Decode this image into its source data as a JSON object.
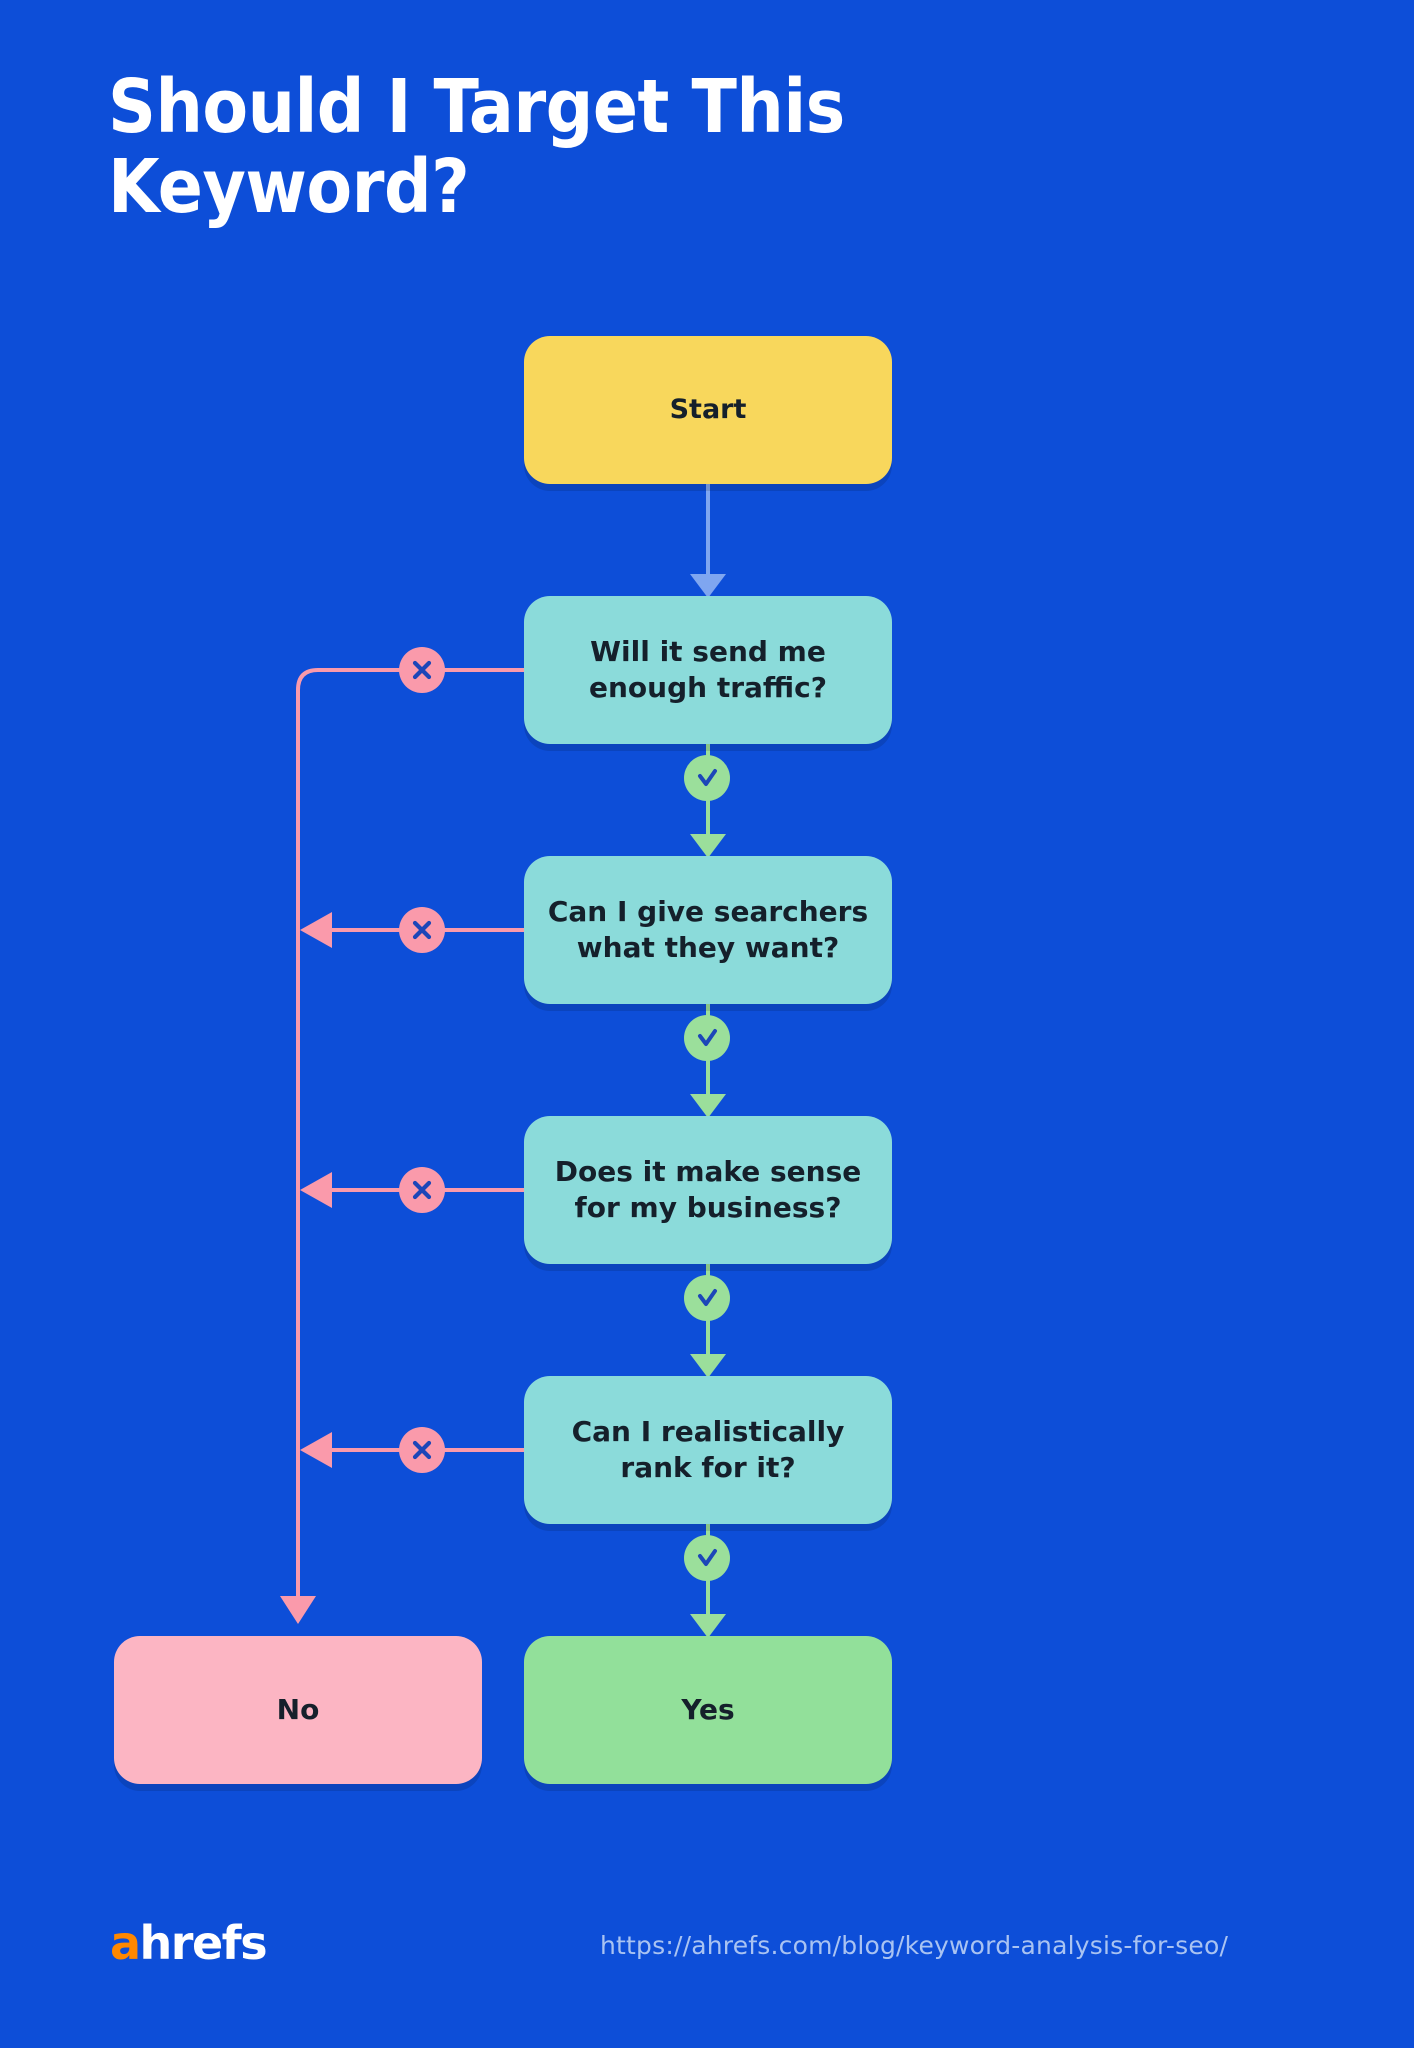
{
  "page": {
    "title": "Should I Target This\nKeyword?",
    "background_color": "#0D4ED8"
  },
  "colors": {
    "background": "#0D4ED8",
    "start_box": "#F8D75C",
    "decision_box": "#8BDBDA",
    "yes_box": "#92E09A",
    "no_box": "#FCB5C3",
    "yes_edge": "#9BDF9B",
    "no_edge": "#FA9AAB",
    "start_edge": "#7FA6F0",
    "text_dark": "#15202B",
    "title_text": "#FFFFFF",
    "url_text": "#A9C3F2",
    "logo_accent": "#FF8800"
  },
  "flowchart": {
    "nodes": {
      "start": {
        "label": "Start",
        "type": "terminator"
      },
      "d1": {
        "label": "Will it send me\nenough traffic?",
        "type": "decision"
      },
      "d2": {
        "label": "Can I give searchers\nwhat they want?",
        "type": "decision"
      },
      "d3": {
        "label": "Does it make sense\nfor my business?",
        "type": "decision"
      },
      "d4": {
        "label": "Can I realistically\nrank for it?",
        "type": "decision"
      },
      "yes": {
        "label": "Yes",
        "type": "terminator"
      },
      "no": {
        "label": "No",
        "type": "terminator"
      }
    },
    "edge_badges": {
      "x1": {
        "icon": "x-mark-icon",
        "meaning": "No"
      },
      "x2": {
        "icon": "x-mark-icon",
        "meaning": "No"
      },
      "x3": {
        "icon": "x-mark-icon",
        "meaning": "No"
      },
      "x4": {
        "icon": "x-mark-icon",
        "meaning": "No"
      },
      "c1": {
        "icon": "check-mark-icon",
        "meaning": "Yes"
      },
      "c2": {
        "icon": "check-mark-icon",
        "meaning": "Yes"
      },
      "c3": {
        "icon": "check-mark-icon",
        "meaning": "Yes"
      },
      "c4": {
        "icon": "check-mark-icon",
        "meaning": "Yes"
      }
    }
  },
  "footer": {
    "logo_accent": "a",
    "logo_rest": "hrefs",
    "url": "https://ahrefs.com/blog/keyword-analysis-for-seo/"
  }
}
